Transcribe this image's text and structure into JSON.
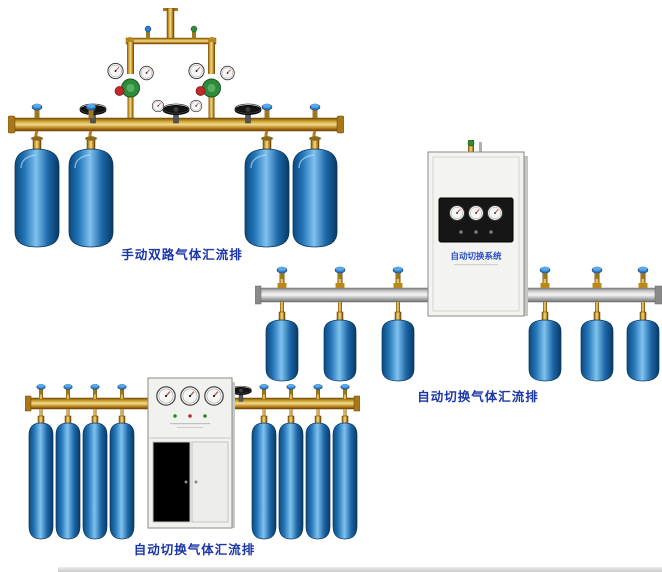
{
  "page": {
    "background": "#ffffff",
    "caption_color": "#1b36a6"
  },
  "products": [
    {
      "type": "manual-dual-line-gas-manifold",
      "caption": "手动双路气体汇流排",
      "cylinders": 4,
      "regulators": 2
    },
    {
      "type": "auto-switch-gas-manifold-wall-cabinet",
      "caption": "自动切换气体汇流排",
      "cylinders": 6,
      "cabinet_label": "自动切换系统",
      "cabinet_gauges": 3
    },
    {
      "type": "auto-switch-gas-manifold-floor-cabinet",
      "caption": "自动切换气体汇流排",
      "cylinders": 8,
      "cabinet_gauges": 3
    }
  ],
  "colors": {
    "cylinder_blue": "#2475b8",
    "brass": "#cda32e",
    "rail_silver": "#d2d2d2",
    "cabinet_white": "#f3f3ef"
  }
}
